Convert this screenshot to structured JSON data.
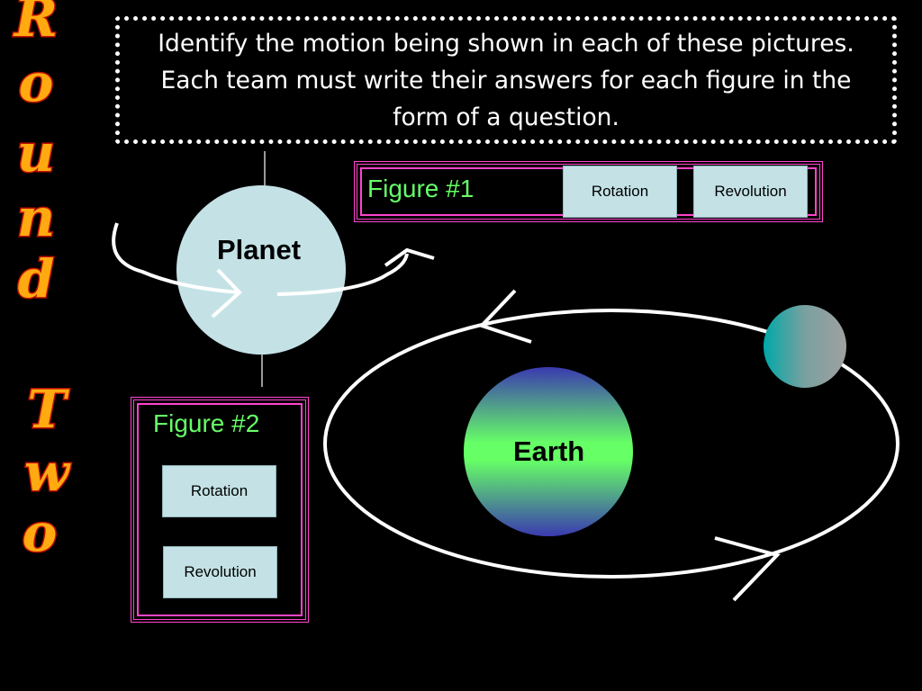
{
  "slide": {
    "round_title": "Round Two",
    "instructions": "Identify the motion being shown in each of these pictures. Each team must write their answers for each figure in the form of a question."
  },
  "figure1": {
    "label": "Figure #1",
    "options": [
      "Rotation",
      "Revolution"
    ]
  },
  "figure2": {
    "label": "Figure #2",
    "options": [
      "Rotation",
      "Revolution"
    ]
  },
  "bodies": {
    "planet": "Planet",
    "earth": "Earth"
  },
  "colors": {
    "background": "#000000",
    "title_fill": "#ffaa10",
    "title_outline": "#c01000",
    "figure_border": "#ff44cc",
    "figure_label": "#66ff66",
    "option_bg": "#c4e2e6",
    "planet": "#c4e2e6"
  }
}
